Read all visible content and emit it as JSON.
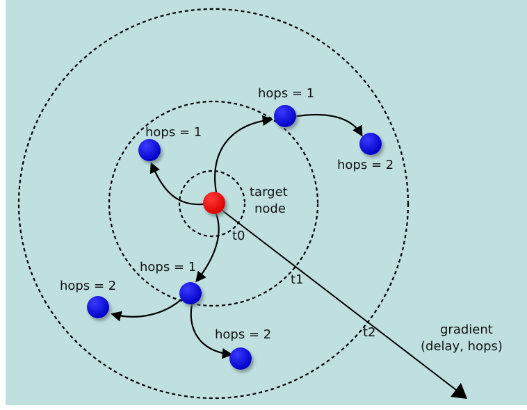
{
  "colors": {
    "background": "#bfe0df",
    "target_node": "#ff0000",
    "node": "#0a0af0",
    "line": "#000000"
  },
  "labels": {
    "hops_1_left": "hops = 1",
    "hops_1_top": "hops = 1",
    "hops_2_right": "hops = 2",
    "hops_1_lower": "hops = 1",
    "hops_2_left": "hops = 2",
    "hops_2_bottom": "hops = 2",
    "target_line1": "target",
    "target_line2": "node",
    "t0": "t0",
    "t1": "t1",
    "t2": "t2",
    "gradient_line1": "gradient",
    "gradient_line2": "(delay, hops)"
  }
}
